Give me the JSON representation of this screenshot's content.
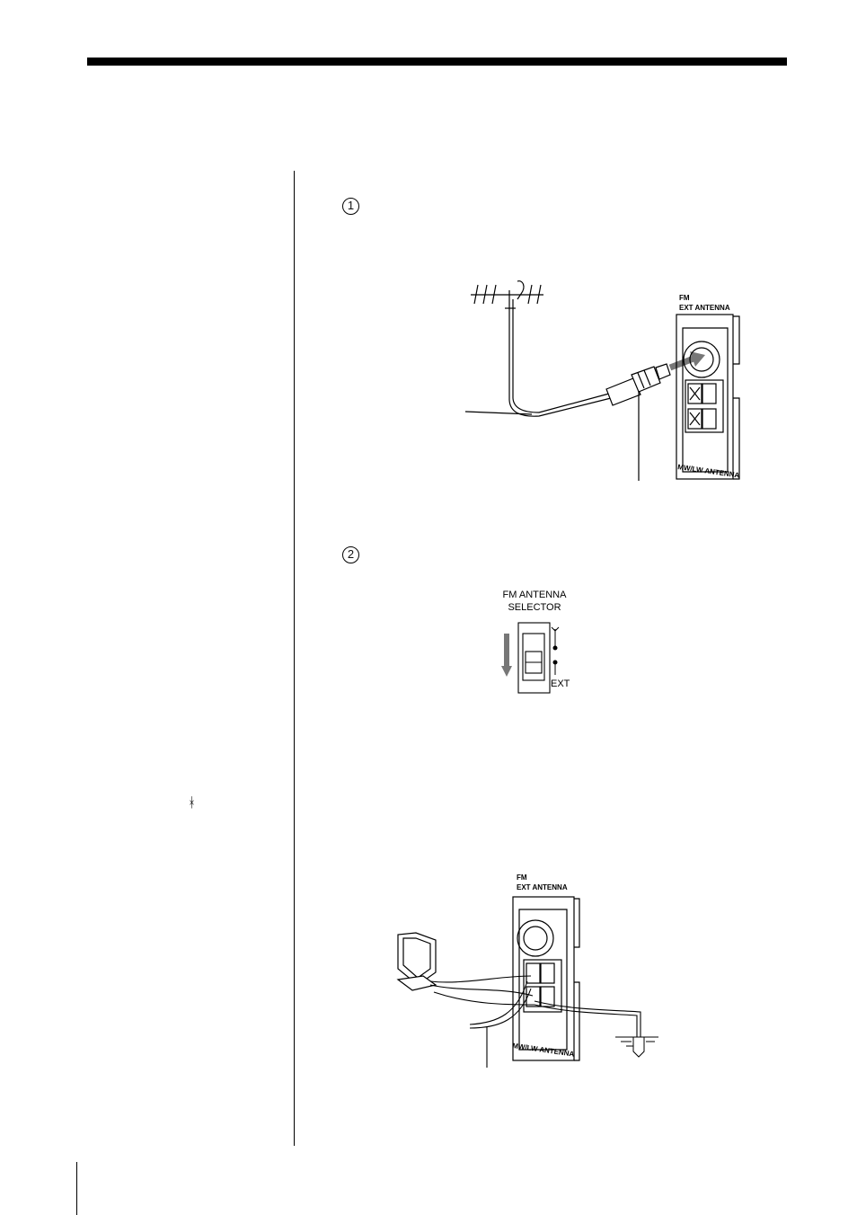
{
  "steps": [
    "1",
    "2"
  ],
  "ground_symbol": "ᚼ",
  "figure_fm_connection": {
    "panel_title_1": "FM",
    "panel_title_2": "EXT ANTENNA",
    "panel_bottom": "MW/LW ANTENNA"
  },
  "figure_selector": {
    "title_line_1": "FM ANTENNA",
    "title_line_2": "SELECTOR",
    "ext_label": "EXT"
  },
  "figure_mwlw_connection": {
    "panel_title_1": "FM",
    "panel_title_2": "EXT ANTENNA",
    "panel_bottom": "MW/LW ANTENNA"
  }
}
